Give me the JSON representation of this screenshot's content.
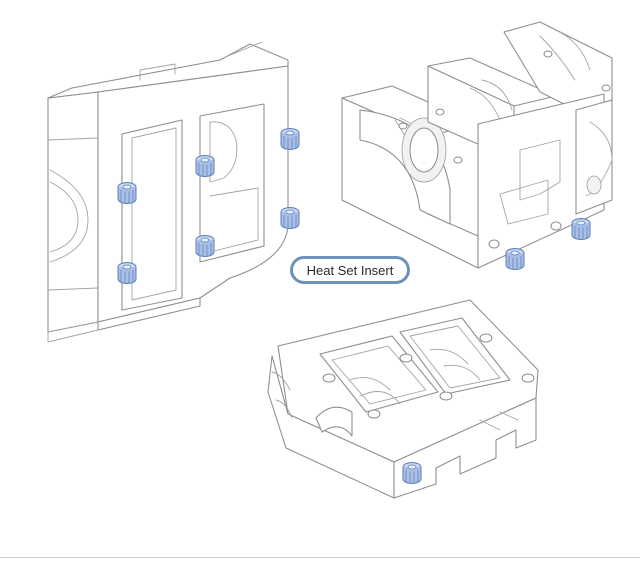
{
  "callout": {
    "label": "Heat Set Insert"
  },
  "colors": {
    "insert_fill": "#a9bfe6",
    "insert_stroke": "#5d7fb8",
    "line": "#8f8f8f",
    "callout_border": "#6f90bd"
  },
  "diagram": {
    "parts": [
      {
        "id": "left-bracket"
      },
      {
        "id": "right-bearing-block"
      },
      {
        "id": "bottom-carriage"
      }
    ]
  }
}
